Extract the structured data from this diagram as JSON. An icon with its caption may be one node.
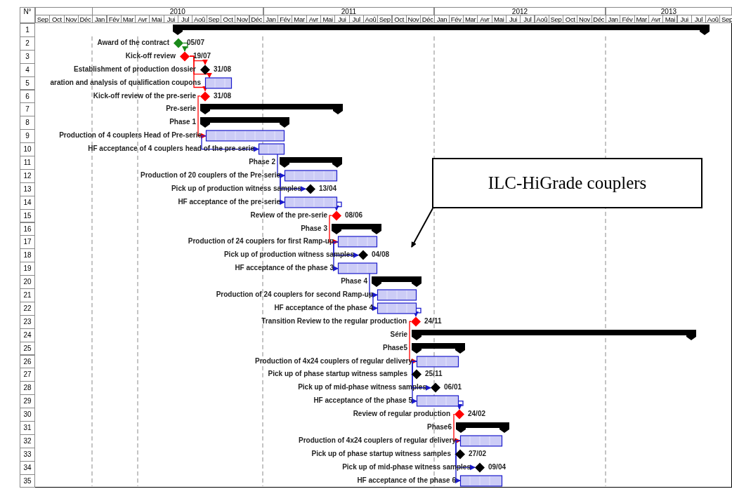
{
  "diagram": {
    "nodes": [
      {
        "text": [],
        "shape": "bar"
      },
      {
        "text": [],
        "shape": "diamond",
        "beside": [
          "Award of the contract",
          "05/07"
        ]
      },
      {
        "text": [],
        "shape": "diamond",
        "beside": [
          "Kick-off review",
          "19/07"
        ]
      },
      {
        "text": [],
        "shape": "diamond",
        "beside": [
          "Establishment of production dossier",
          "31/08"
        ]
      },
      {
        "text": [],
        "shape": "bar",
        "beside": [
          "aration and analysis of qualification coupons"
        ]
      },
      {
        "text": [],
        "shape": "diamond",
        "beside": [
          "Kick-off review of the pre-serie",
          "31/08"
        ]
      },
      {
        "text": [],
        "shape": "bar",
        "beside": [
          "Pre-serie"
        ]
      },
      {
        "text": [],
        "shape": "bar",
        "beside": [
          "Phase 1"
        ]
      },
      {
        "text": [],
        "shape": "bar",
        "beside": [
          "Production of 4 couplers Head of Pre-serie"
        ]
      },
      {
        "text": [],
        "shape": "bar",
        "beside": [
          "HF acceptance of 4 couplers head of the pre-serie"
        ]
      },
      {
        "text": [],
        "shape": "bar",
        "beside": [
          "Phase 2"
        ]
      },
      {
        "text": [],
        "shape": "bar",
        "beside": [
          "Production of 20 couplers of the Pre-serie"
        ]
      },
      {
        "text": [],
        "shape": "diamond",
        "beside": [
          "Pick up of production witness samples",
          "13/04"
        ]
      },
      {
        "text": [],
        "shape": "bar",
        "beside": [
          "HF acceptance of the pre-serie"
        ]
      },
      {
        "text": [],
        "shape": "diamond",
        "beside": [
          "Review of the pre-serie",
          "08/06"
        ]
      },
      {
        "text": [],
        "shape": "bar",
        "beside": [
          "Phase 3"
        ]
      },
      {
        "text": [],
        "shape": "bar",
        "beside": [
          "Production of 24 couplers for first Ramp-up"
        ]
      },
      {
        "text": [],
        "shape": "diamond",
        "beside": [
          "Pick up of production witness samples",
          "04/08"
        ]
      },
      {
        "text": [],
        "shape": "bar",
        "beside": [
          "HF acceptance of the phase 3"
        ]
      },
      {
        "text": [],
        "shape": "bar",
        "beside": [
          "Phase 4"
        ]
      },
      {
        "text": [],
        "shape": "bar",
        "beside": [
          "Production of 24 couplers for second Ramp-up"
        ]
      },
      {
        "text": [],
        "shape": "bar",
        "beside": [
          "HF acceptance of the phase 4"
        ]
      },
      {
        "text": [],
        "shape": "diamond",
        "beside": [
          "Transition Review to the regular production",
          "24/11"
        ]
      },
      {
        "text": [],
        "shape": "bar",
        "beside": [
          "Série"
        ]
      },
      {
        "text": [],
        "shape": "bar",
        "beside": [
          "Phase5"
        ]
      },
      {
        "text": [],
        "shape": "bar",
        "beside": [
          "Production of 4x24 couplers of regular delivery"
        ]
      },
      {
        "text": [],
        "shape": "diamond",
        "beside": [
          "Pick up of phase startup witness samples",
          "25/11"
        ]
      },
      {
        "text": [],
        "shape": "diamond",
        "beside": [
          "Pick up of mid-phase witness samples",
          "06/01"
        ]
      },
      {
        "text": [],
        "shape": "bar",
        "beside": [
          "HF acceptance of the phase 5"
        ]
      },
      {
        "text": [],
        "shape": "diamond",
        "beside": [
          "Review of regular production",
          "24/02"
        ]
      },
      {
        "text": [],
        "shape": "bar",
        "beside": [
          "Phase6"
        ]
      },
      {
        "text": [],
        "shape": "bar",
        "beside": [
          "Production of 4x24 couplers of regular delivery"
        ]
      },
      {
        "text": [],
        "shape": "diamond",
        "beside": [
          "Pick up of phase startup witness samples",
          "27/02"
        ]
      },
      {
        "text": [],
        "shape": "diamond",
        "beside": [
          "Pick up of mid-phase witness samples",
          "09/04"
        ]
      },
      {
        "text": [],
        "shape": "bar",
        "beside": [
          "HF acceptance of the phase 6"
        ]
      },
      {
        "text": [
          "ILC-HiGrade couplers"
        ]
      }
    ],
    "edges": [
      {
        "from": 1,
        "to": 2,
        "arrow": "to",
        "color": "#1a8a1a"
      },
      {
        "from": 2,
        "to": 3,
        "arrow": "to",
        "color": "#ff0000"
      },
      {
        "from": 2,
        "to": 4,
        "arrow": "to",
        "color": "#ff0000"
      },
      {
        "from": 2,
        "to": 5,
        "arrow": "to",
        "color": "#ff0000"
      },
      {
        "from": 5,
        "to": 8,
        "arrow": "to",
        "color": "#ff0000"
      },
      {
        "from": 8,
        "to": 9,
        "arrow": "to"
      },
      {
        "from": 9,
        "to": 11,
        "arrow": "to"
      },
      {
        "from": 11,
        "to": 12,
        "arrow": "to"
      },
      {
        "from": 11,
        "to": 13,
        "arrow": "to"
      },
      {
        "from": 13,
        "to": 14,
        "arrow": "to"
      },
      {
        "from": 14,
        "to": 16,
        "arrow": "to",
        "color": "#ff0000"
      },
      {
        "from": 16,
        "to": 17,
        "arrow": "to"
      },
      {
        "from": 16,
        "to": 18,
        "arrow": "to"
      },
      {
        "from": 18,
        "to": 20,
        "arrow": "to"
      },
      {
        "from": 20,
        "to": 21,
        "arrow": "to"
      },
      {
        "from": 21,
        "to": 22,
        "arrow": "to"
      },
      {
        "from": 22,
        "to": 25,
        "arrow": "to",
        "color": "#ff0000"
      },
      {
        "from": 25,
        "to": 26,
        "arrow": "to"
      },
      {
        "from": 25,
        "to": 27,
        "arrow": "to"
      },
      {
        "from": 25,
        "to": 28,
        "arrow": "to"
      },
      {
        "from": 28,
        "to": 29,
        "arrow": "to"
      },
      {
        "from": 29,
        "to": 31,
        "arrow": "to",
        "color": "#ff0000"
      },
      {
        "from": 31,
        "to": 32,
        "arrow": "to"
      },
      {
        "from": 31,
        "to": 33,
        "arrow": "to"
      },
      {
        "from": 31,
        "to": 34,
        "arrow": "to"
      },
      {
        "from": 35,
        "to": null,
        "arrow": "to",
        "color": "#000000"
      }
    ],
    "labels": [
      "N°",
      "2010",
      "2011",
      "2012",
      "2013",
      "Sep",
      "Oct",
      "Nov",
      "Déc",
      "Jan",
      "Fév",
      "Mar",
      "Avr",
      "Mai",
      "Jui",
      "Jul",
      "Aoû",
      "Sep",
      "Oct",
      "Nov",
      "Déc",
      "Jan",
      "Fév",
      "Mar",
      "Avr",
      "Mai",
      "Jui",
      "Jul",
      "Aoû",
      "Sep",
      "Oct",
      "Nov",
      "Déc",
      "Jan",
      "Fév",
      "Mar",
      "Avr",
      "Mai",
      "Jui",
      "Jul",
      "Aoû",
      "Sep",
      "Oct",
      "Nov",
      "Déc",
      "Jan",
      "Fév",
      "Mar",
      "Avr",
      "Mai",
      "Jui",
      "Jul",
      "Aoû",
      "Sep",
      "1",
      "2",
      "3",
      "4",
      "5",
      "6",
      "7",
      "8",
      "9",
      "10",
      "11",
      "12",
      "13",
      "14",
      "15",
      "16",
      "17",
      "18",
      "19",
      "20",
      "21",
      "22",
      "23",
      "24",
      "25",
      "26",
      "27",
      "28",
      "29",
      "30",
      "31",
      "32",
      "33",
      "34",
      "35"
    ]
  }
}
